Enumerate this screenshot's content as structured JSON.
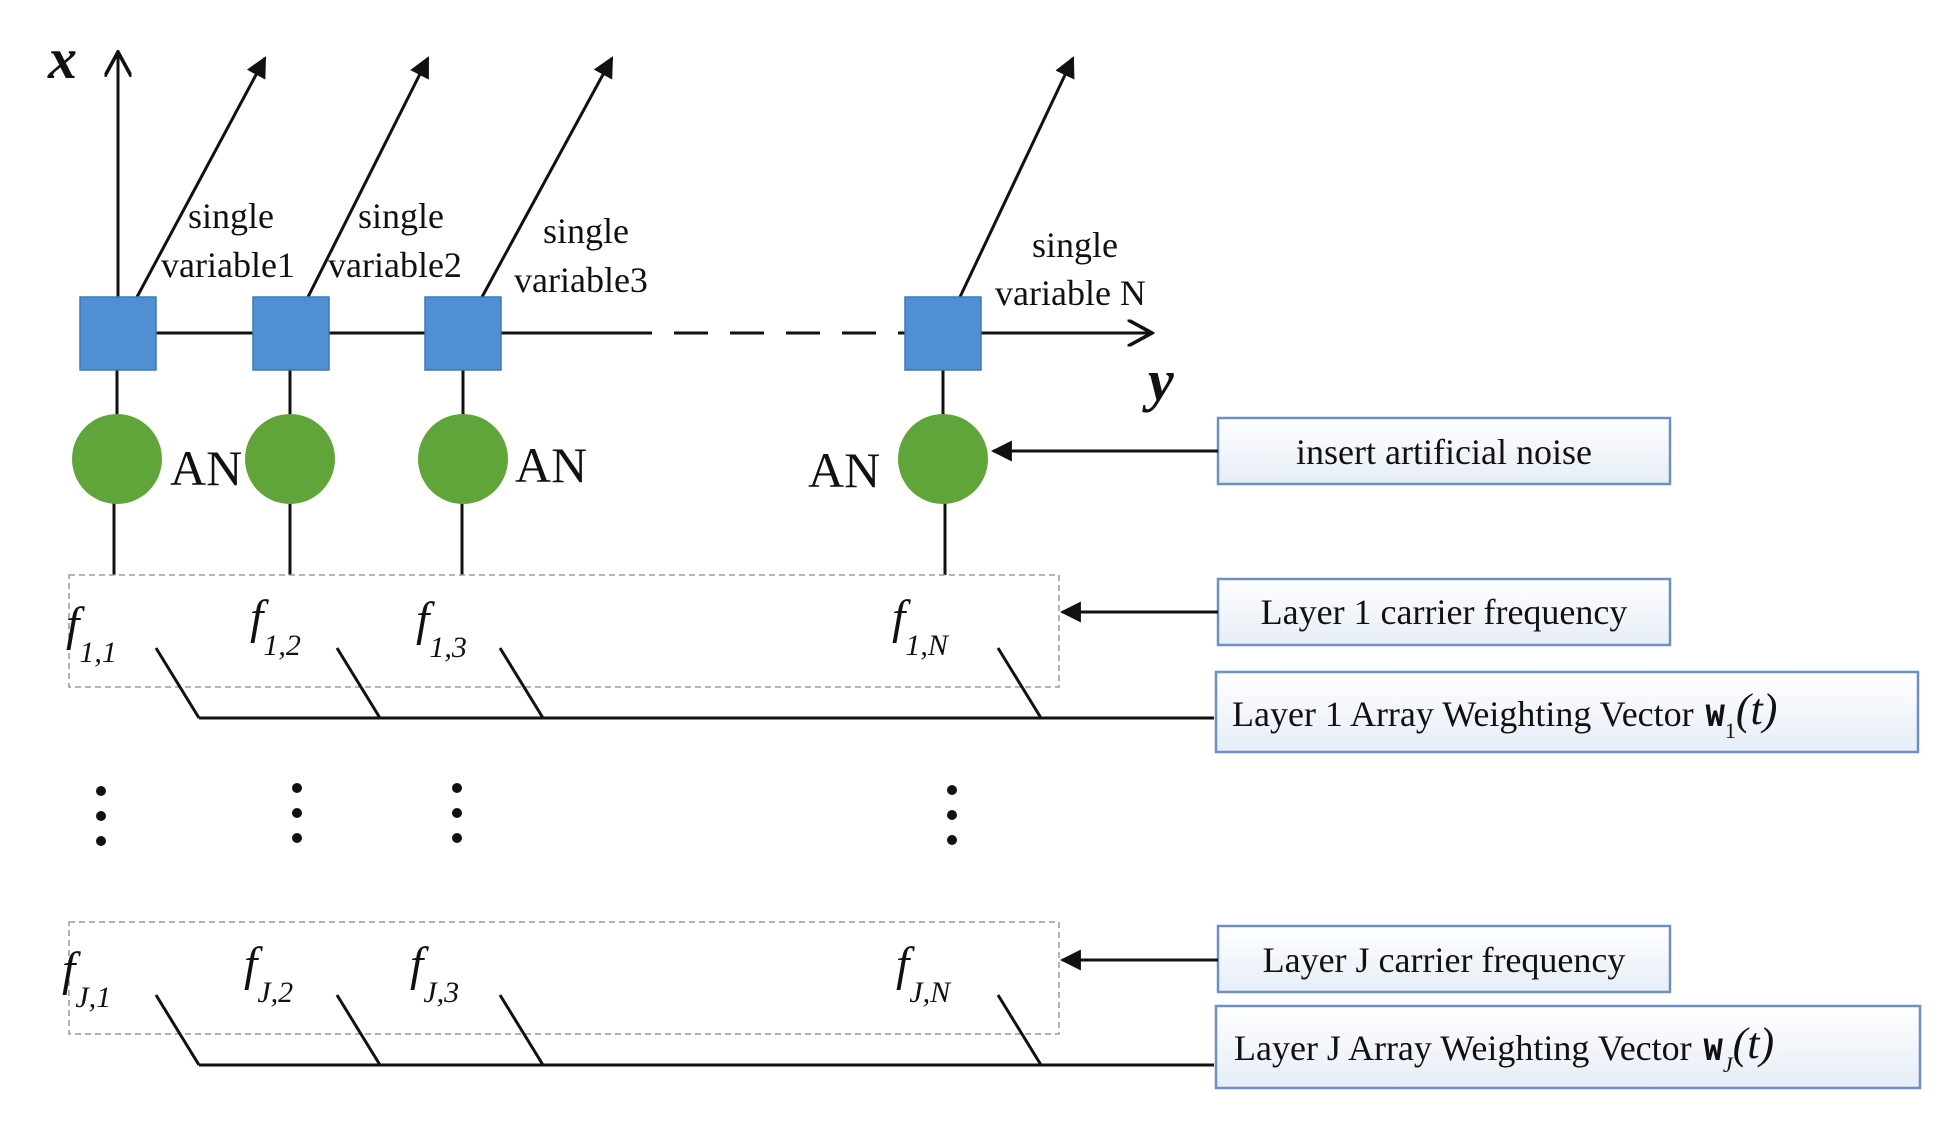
{
  "axes": {
    "x_label": "x",
    "y_label": "y"
  },
  "channels": [
    {
      "id": 1,
      "variable_line1": "single",
      "variable_line2": "variable1",
      "an_label": "AN",
      "layer1_freq_base": "f",
      "layer1_freq_sub": "1,1",
      "layerJ_freq_base": "f",
      "layerJ_freq_sub": "J,1"
    },
    {
      "id": 2,
      "variable_line1": "single",
      "variable_line2": "variable2",
      "an_label": "",
      "layer1_freq_base": "f",
      "layer1_freq_sub": "1,2",
      "layerJ_freq_base": "f",
      "layerJ_freq_sub": "J,2"
    },
    {
      "id": 3,
      "variable_line1": "single",
      "variable_line2": "variable3",
      "an_label": "AN",
      "layer1_freq_base": "f",
      "layer1_freq_sub": "1,3",
      "layerJ_freq_base": "f",
      "layerJ_freq_sub": "J,3"
    },
    {
      "id": 4,
      "variable_line1": "single",
      "variable_line2": "variable N",
      "an_label": "AN",
      "layer1_freq_base": "f",
      "layer1_freq_sub": "1,N",
      "layerJ_freq_base": "f",
      "layerJ_freq_sub": "J,N"
    }
  ],
  "boxes": {
    "noise": "insert artificial noise",
    "layer1_carrier": "Layer 1 carrier frequency",
    "layer1_weight": "Layer 1 Array Weighting Vector",
    "layer1_weight_symbol": "W",
    "layer1_weight_sub": "1",
    "layer1_weight_arg": "(t)",
    "layerJ_carrier": "Layer J carrier frequency",
    "layerJ_weight": "Layer J Array Weighting Vector",
    "layerJ_weight_symbol": "W",
    "layerJ_weight_sub": "J",
    "layerJ_weight_arg": "(t)"
  },
  "colors": {
    "element_fill": "#4f8fd4",
    "noise_node_fill": "#5fa53a",
    "box_border": "#6d8fc4",
    "box_fill_top": "#ffffff",
    "box_fill_bottom": "#e6edf7",
    "line": "#111111",
    "dashed_frame": "#9a9a9a"
  }
}
